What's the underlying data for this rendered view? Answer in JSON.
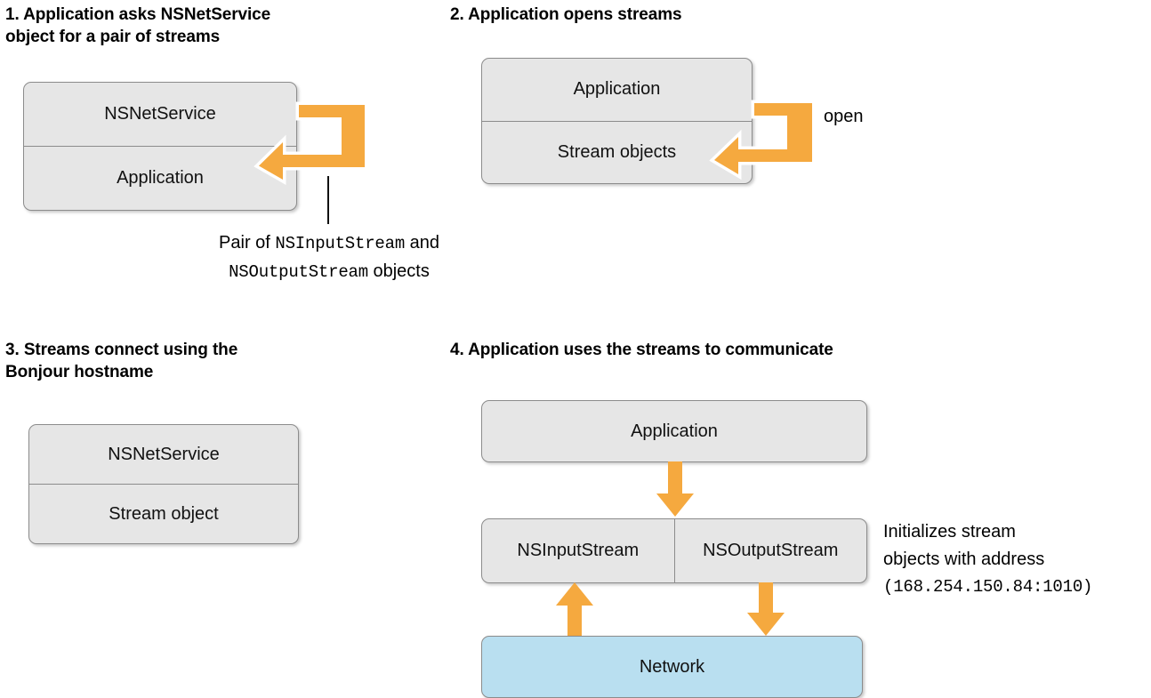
{
  "colors": {
    "box_fill": "#e6e6e6",
    "box_border": "#8c8c8c",
    "network_fill": "#b9dff0",
    "arrow_orange": "#f5a93f",
    "arrow_outline": "#ffffff",
    "text": "#000000"
  },
  "panels": [
    {
      "id": "panel-1",
      "heading": "1. Application asks NSNetService\nobject for a pair of streams",
      "box": {
        "cells": [
          "NSNetService",
          "Application"
        ]
      },
      "caption": {
        "line1_pre": "Pair of ",
        "line1_mono": "NSInputStream",
        "line1_post": " and",
        "line2_mono": "NSOutputStream",
        "line2_post": " objects"
      }
    },
    {
      "id": "panel-2",
      "heading": "2. Application opens streams",
      "box": {
        "cells": [
          "Application",
          "Stream objects"
        ]
      },
      "arrow_label": "open"
    },
    {
      "id": "panel-3",
      "heading": "3. Streams connect using the\nBonjour hostname",
      "box": {
        "cells": [
          "NSNetService",
          "Stream object"
        ]
      }
    },
    {
      "id": "panel-4",
      "heading": "4. Application uses the streams to communicate",
      "application_box": "Application",
      "streams_box": {
        "cells": [
          "NSInputStream",
          "NSOutputStream"
        ]
      },
      "network_box": "Network",
      "annotation": {
        "line1": "Initializes stream",
        "line2": "objects with address",
        "line3_mono": "(168.254.150.84:1010)"
      }
    }
  ]
}
